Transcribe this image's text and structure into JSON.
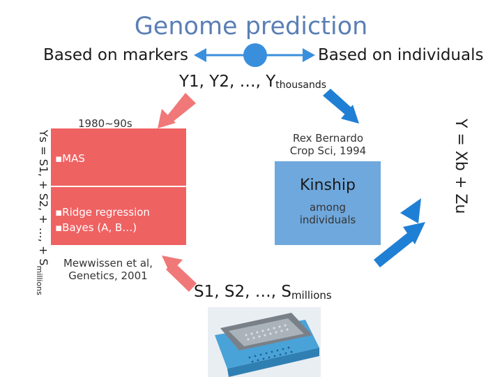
{
  "title": "Genome prediction",
  "axis": {
    "left_label": "Based on markers",
    "right_label": "Based on individuals"
  },
  "y_line": {
    "text": "Y1, Y2, …, Y",
    "sub": "thousands"
  },
  "era_label": "1980~90s",
  "left_box": {
    "item1": "▪MAS",
    "item2": "▪Ridge regression",
    "item3": "▪Bayes (A, B…)"
  },
  "left_citation": {
    "line1": "Mewwissen et al,",
    "line2": "Genetics, 2001"
  },
  "right_citation": {
    "line1": "Rex Bernardo",
    "line2": "Crop Sci, 1994"
  },
  "kinship_box": {
    "title": "Kinship",
    "line1": "among",
    "line2": "individuals"
  },
  "left_vertical": {
    "text": "Ys = S1, + S2, + …, + S",
    "sub": "millions"
  },
  "right_vertical": "Y = Xb + Zu",
  "s_line": {
    "text": "S1, S2, …, S",
    "sub": "millions"
  },
  "colors": {
    "title": "#5b7fb5",
    "red_box": "#ef6262",
    "blue_box": "#6fa8dc",
    "arrow_red": "#f08080",
    "arrow_blue": "#1f7fd4"
  }
}
